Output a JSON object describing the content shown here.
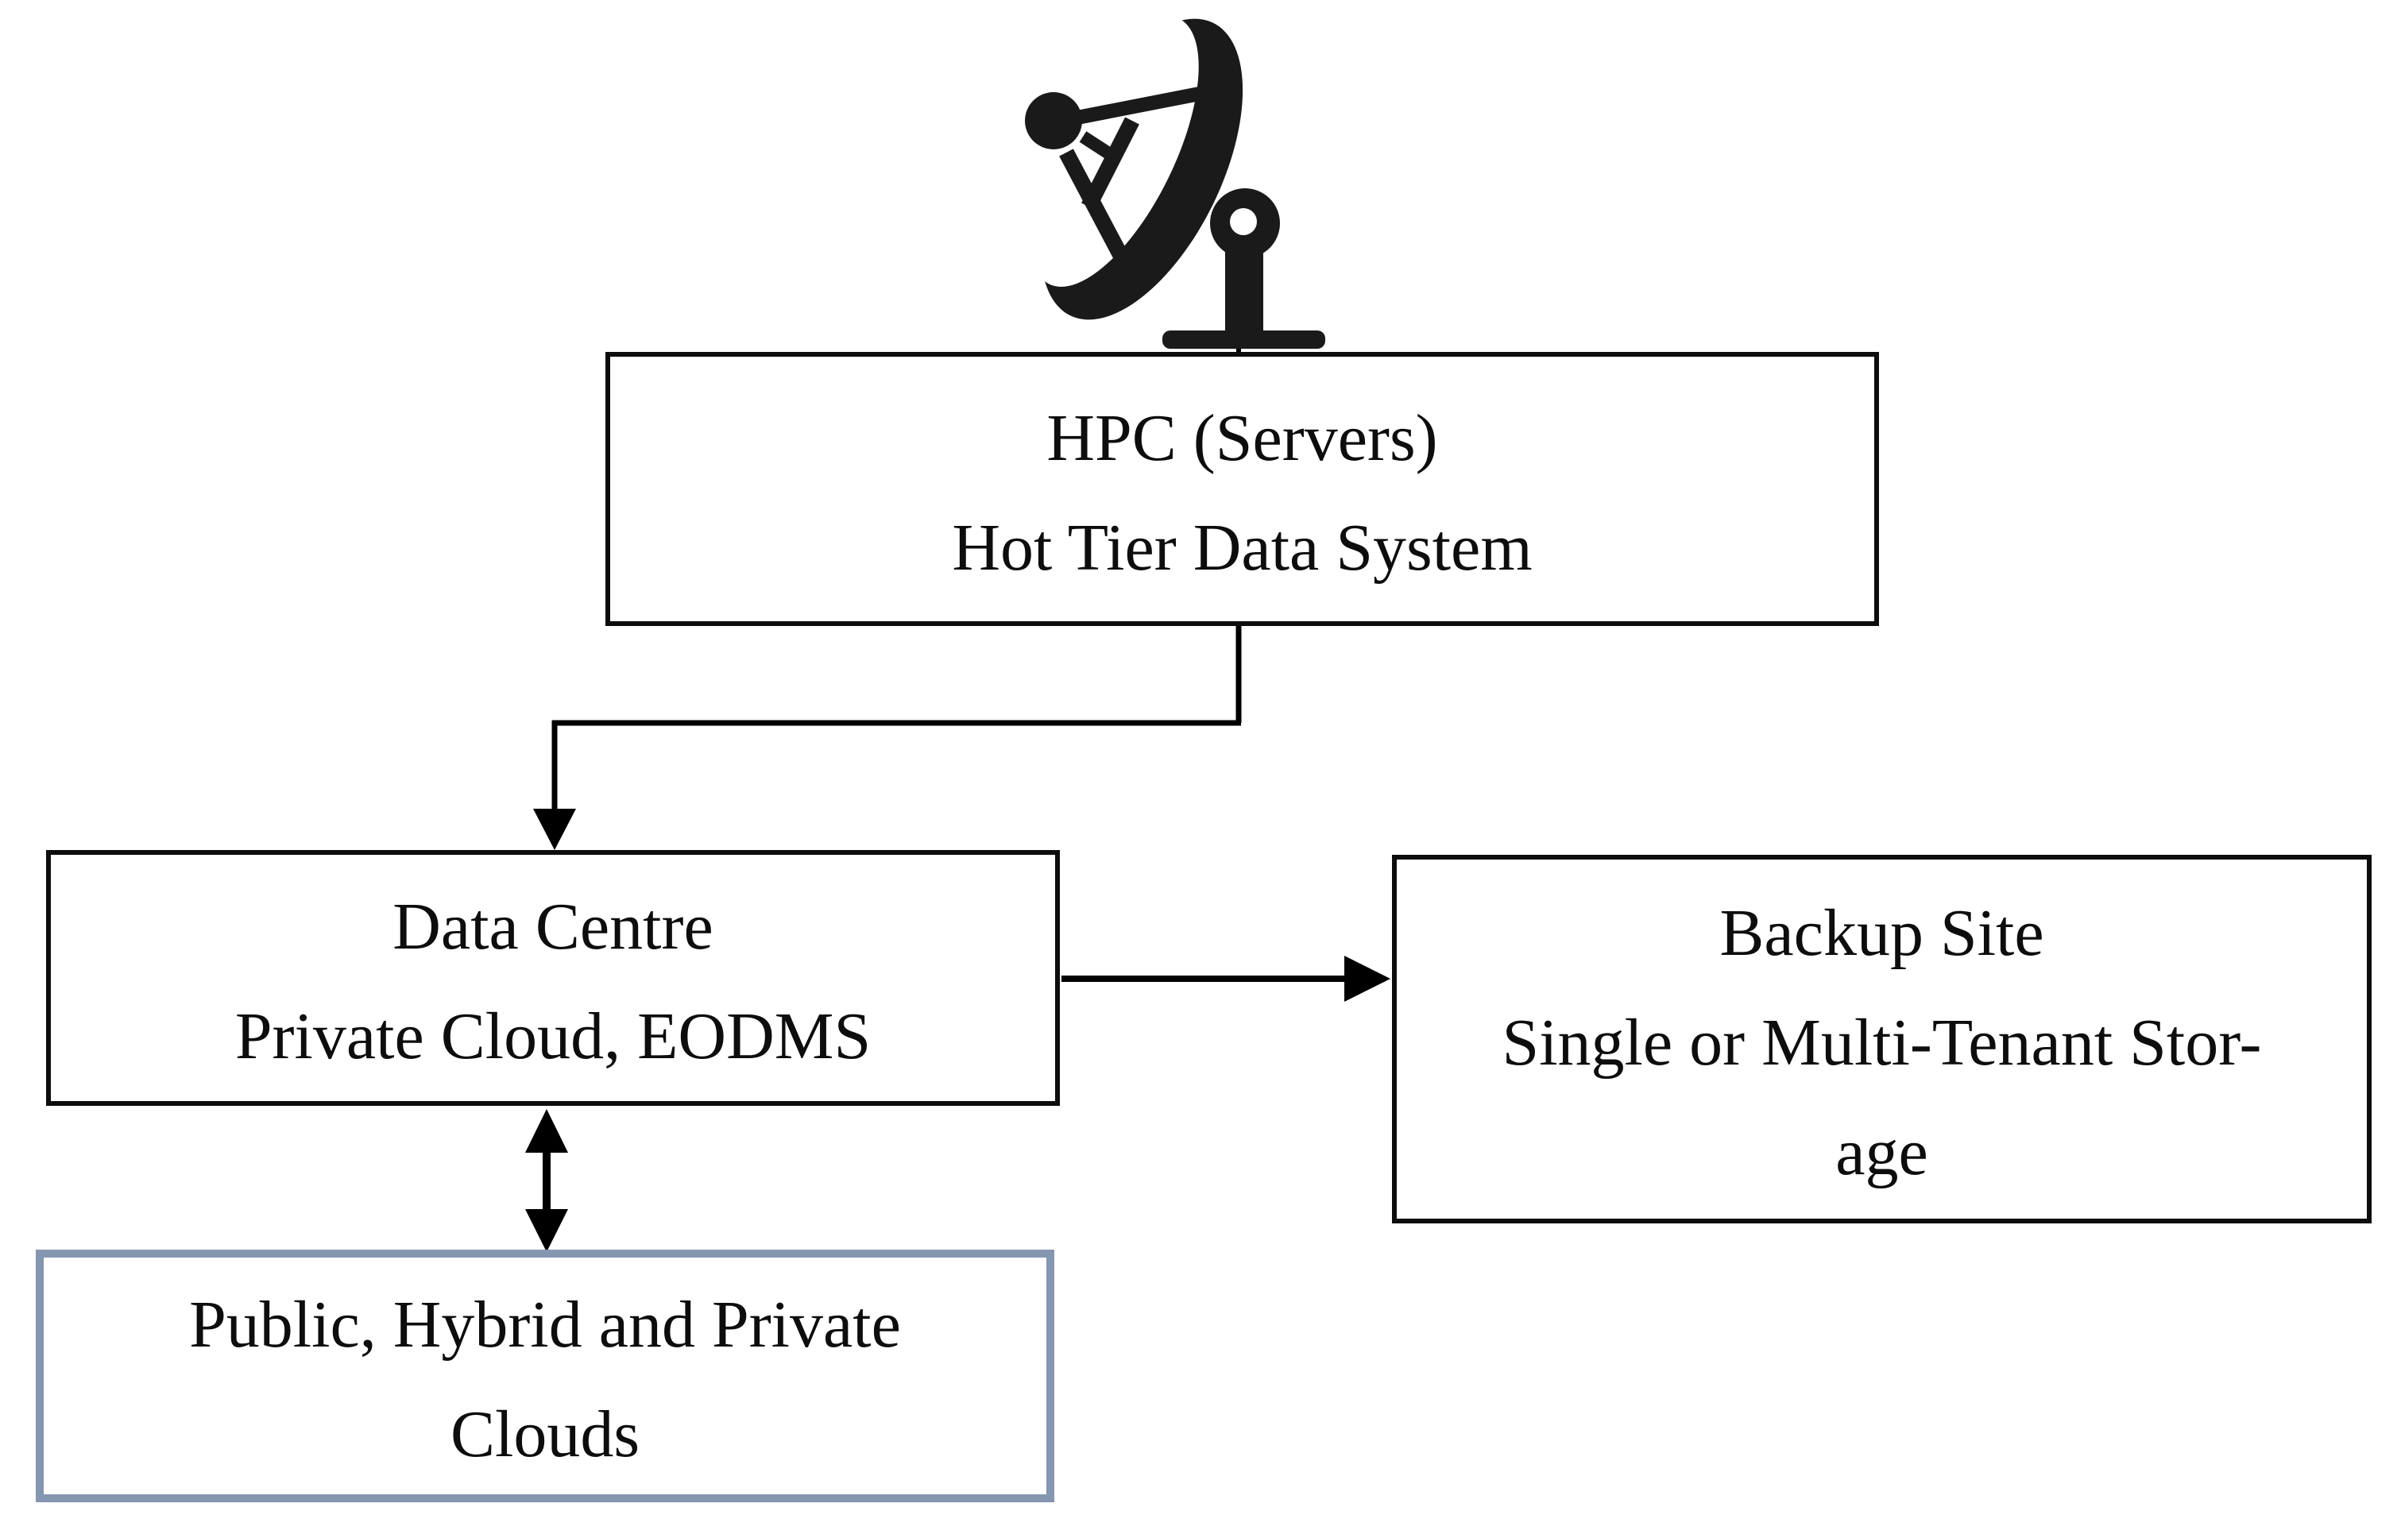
{
  "diagram": {
    "type": "flow-diagram",
    "background": "#ffffff",
    "nodes": {
      "hpc": {
        "line1": "HPC (Servers)",
        "line2": "Hot Tier Data System"
      },
      "data_centre": {
        "line1": "Data Centre",
        "line2": "Private Cloud, EODMS"
      },
      "backup_site": {
        "line1": "Backup Site",
        "line2": "Single or Multi-Tenant Stor-",
        "line3": "age"
      },
      "clouds": {
        "line1": "Public, Hybrid and Private",
        "line2": "Clouds"
      }
    },
    "icons": [
      {
        "name": "satellite-dish-icon",
        "connects_to": "hpc"
      }
    ],
    "edges": [
      {
        "from": "satellite-dish",
        "to": "hpc",
        "style": "plain-line"
      },
      {
        "from": "hpc",
        "to": "data_centre",
        "style": "elbow-arrow-down"
      },
      {
        "from": "data_centre",
        "to": "backup_site",
        "style": "arrow-right"
      },
      {
        "from": "data_centre",
        "to": "clouds",
        "style": "double-headed-arrow-vertical"
      }
    ],
    "colors": {
      "text": "#0d0d0d",
      "box_border": "#0d0d0d",
      "connector": "#000000",
      "icon_fill": "#1a1a1a",
      "clouds_box_border": "#8496b0",
      "background": "#ffffff"
    }
  }
}
